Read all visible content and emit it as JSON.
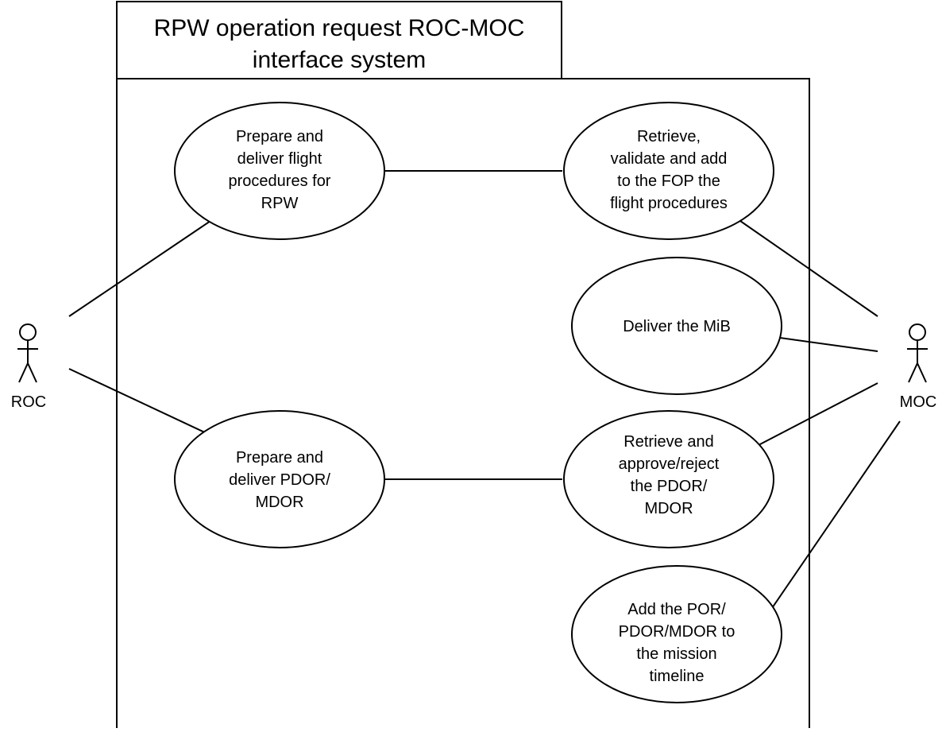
{
  "system": {
    "title_lines": [
      "RPW operation request ROC-MOC",
      "interface system"
    ]
  },
  "actors": {
    "roc": {
      "label": "ROC"
    },
    "moc": {
      "label": "MOC"
    }
  },
  "use_cases": [
    {
      "id": "prepare-flight-procedures",
      "lines": [
        "Prepare and",
        "deliver flight",
        "procedures for",
        "RPW"
      ]
    },
    {
      "id": "retrieve-validate-fop",
      "lines": [
        "Retrieve,",
        "validate and add",
        "to the FOP the",
        "flight procedures"
      ]
    },
    {
      "id": "deliver-mib",
      "lines": [
        "Deliver the MiB"
      ]
    },
    {
      "id": "prepare-pdor-mdor",
      "lines": [
        "Prepare and",
        "deliver PDOR/",
        "MDOR"
      ]
    },
    {
      "id": "retrieve-approve-pdor",
      "lines": [
        "Retrieve and",
        "approve/reject",
        "the PDOR/",
        "MDOR"
      ]
    },
    {
      "id": "add-por-timeline",
      "lines": [
        "Add the POR/",
        "PDOR/MDOR to",
        "the mission",
        "timeline"
      ]
    }
  ]
}
